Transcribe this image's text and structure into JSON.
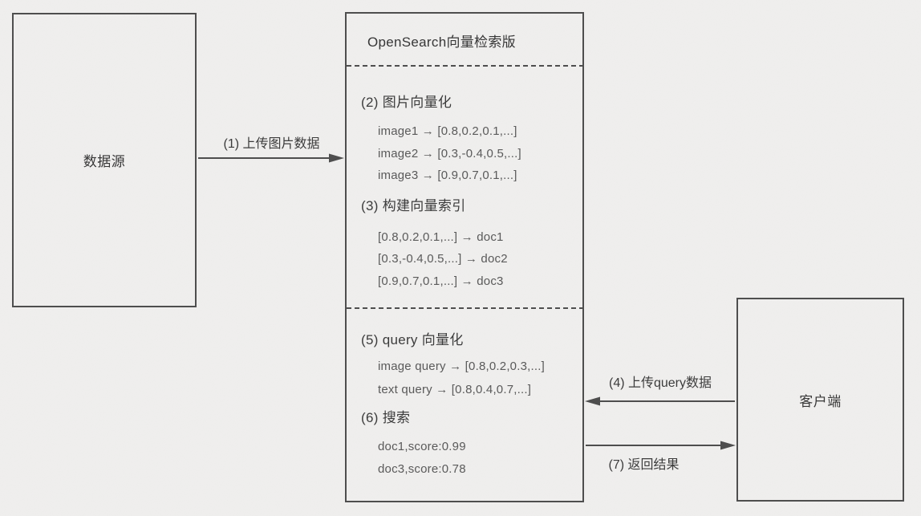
{
  "colors": {
    "background": "#f0efee",
    "line": "#4e4e4e",
    "heading_text": "#3c3c3c",
    "detail_text": "#5a5a5a"
  },
  "nodes": {
    "data_source": {
      "label": "数据源"
    },
    "opensearch": {
      "title": "OpenSearch向量检索版",
      "sections": [
        {
          "heading": "(2) 图片向量化",
          "lines": [
            "image1 → [0.8,0.2,0.1,...]",
            "image2 → [0.3,-0.4,0.5,...]",
            "image3 → [0.9,0.7,0.1,...]"
          ]
        },
        {
          "heading": "(3) 构建向量索引",
          "lines": [
            "[0.8,0.2,0.1,...] → doc1",
            "[0.3,-0.4,0.5,...] → doc2",
            "[0.9,0.7,0.1,...] → doc3"
          ]
        },
        {
          "heading": "(5) query 向量化",
          "lines": [
            "image query → [0.8,0.2,0.3,...]",
            "text query → [0.8,0.4,0.7,...]"
          ]
        },
        {
          "heading": "(6) 搜索",
          "lines": [
            "doc1,score:0.99",
            "doc3,score:0.78"
          ]
        }
      ]
    },
    "client": {
      "label": "客户端"
    }
  },
  "edges": {
    "upload_images": {
      "label": "(1) 上传图片数据",
      "from": "data_source",
      "to": "opensearch",
      "direction": "right"
    },
    "upload_query": {
      "label": "(4) 上传query数据",
      "from": "client",
      "to": "opensearch",
      "direction": "left"
    },
    "return_results": {
      "label": "(7) 返回结果",
      "from": "opensearch",
      "to": "client",
      "direction": "right"
    }
  }
}
